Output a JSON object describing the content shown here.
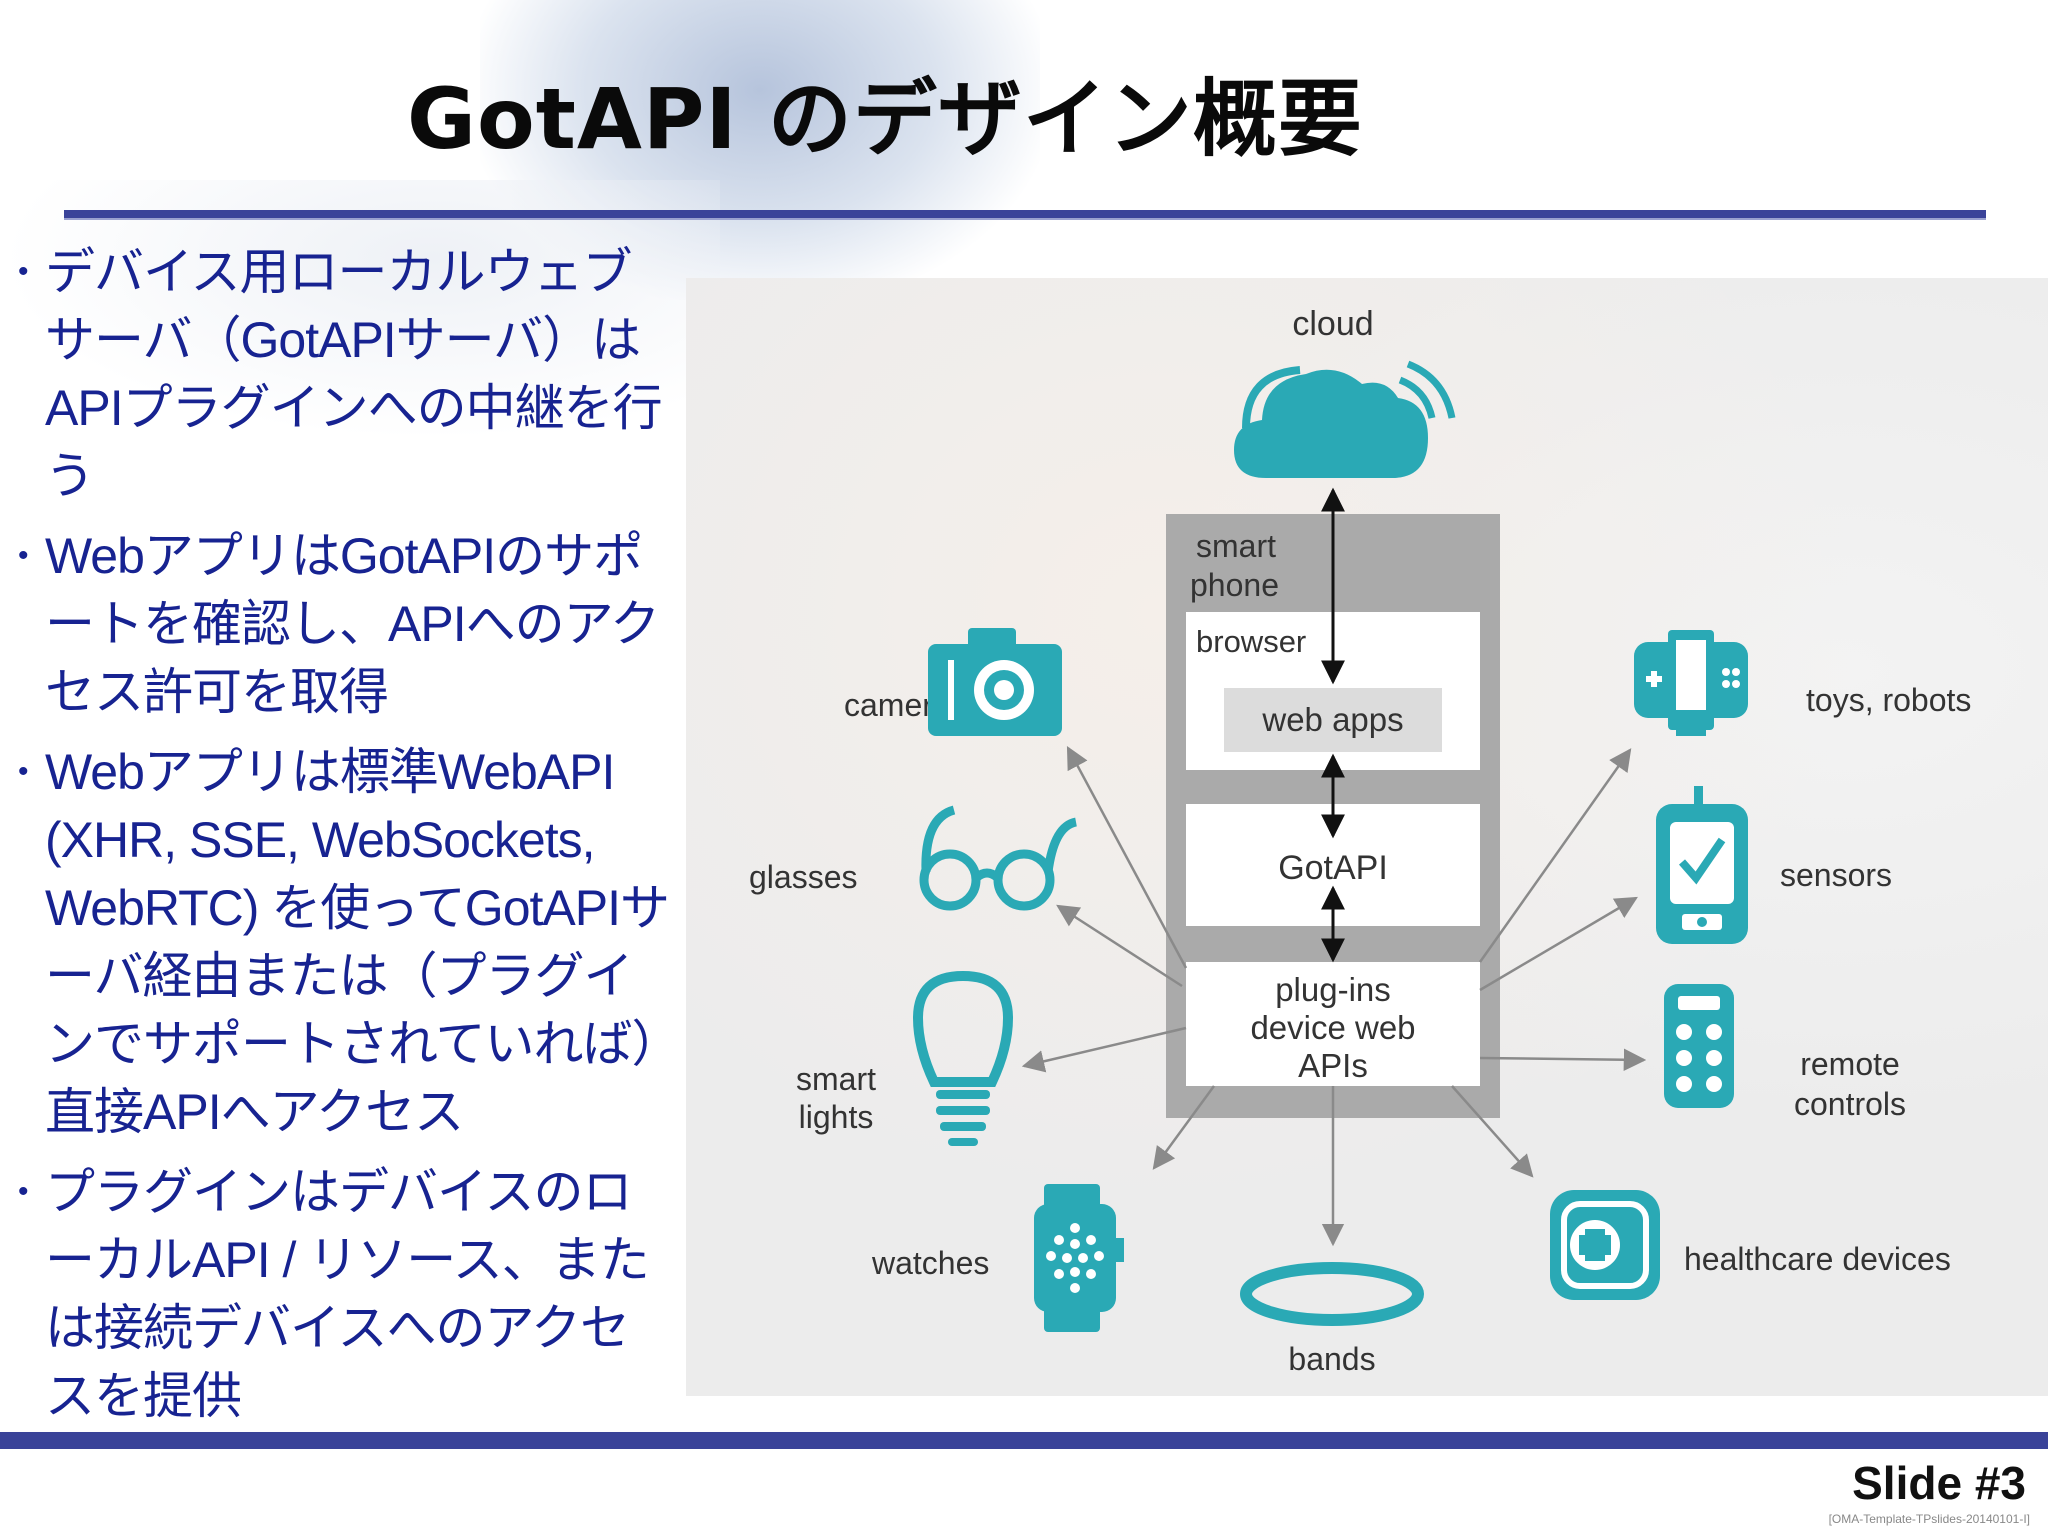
{
  "slide": {
    "title": "GotAPI のデザイン概要",
    "bullets": [
      "デバイス用ローカルウェブサーバ（GotAPIサーバ）はAPIプラグインへの中継を行う",
      "WebアプリはGotAPIのサポートを確認し、APIへのアクセス許可を取得",
      "Webアプリは標準WebAPI (XHR, SSE, WebSockets, WebRTC) を使ってGotAPIサーバ経由または（プラグインでサポートされていれば）直接APIへアクセス",
      "プラグインはデバイスのローカルAPI / リソース、または接続デバイスへのアクセスを提供"
    ],
    "slide_number": "Slide #3",
    "template_ref": "[OMA-Template-TPslides-20140101-I]"
  },
  "diagram": {
    "cloud_label": "cloud",
    "smartphone_label_1": "smart",
    "smartphone_label_2": "phone",
    "browser_label": "browser",
    "webapps_label": "web apps",
    "gotapi_label": "GotAPI",
    "plugins_label_1": "plug-ins",
    "plugins_label_2": "device web",
    "plugins_label_3": "APIs",
    "devices": {
      "cameras": "cameras",
      "glasses": "glasses",
      "smart_lights_1": "smart",
      "smart_lights_2": "lights",
      "watches": "watches",
      "bands": "bands",
      "healthcare": "healthcare devices",
      "remote_1": "remote",
      "remote_2": "controls",
      "sensors": "sensors",
      "toys": "toys, robots"
    }
  },
  "colors": {
    "accent_blue": "#3a4399",
    "bullet_text": "#172391",
    "teal_icon": "#2aa9b5",
    "phone_frame": "#aaaaaa",
    "arrow_gray": "#8a8a8a"
  },
  "icons": [
    "cloud-icon",
    "camera-icon",
    "glasses-icon",
    "lightbulb-icon",
    "smartwatch-icon",
    "band-icon",
    "healthcare-icon",
    "remote-icon",
    "sensor-icon",
    "toy-robot-icon"
  ]
}
